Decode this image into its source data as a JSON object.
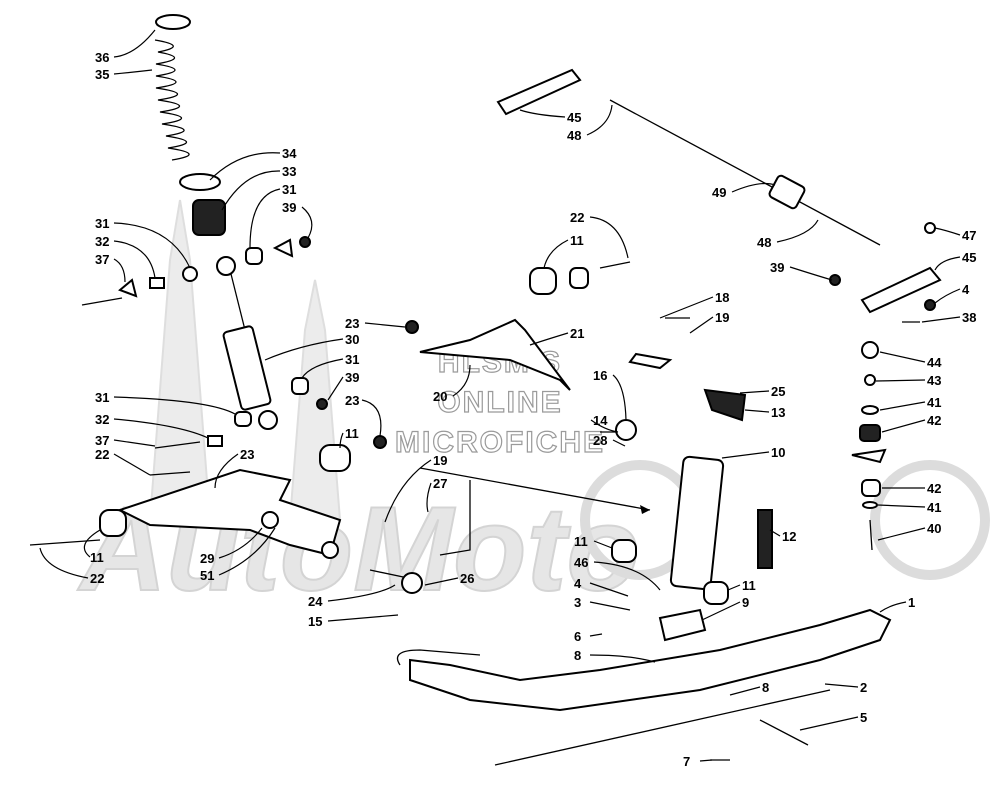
{
  "watermark": {
    "lines": [
      "HLSM'S",
      "ONLINE",
      "MICROFICHE"
    ],
    "logo_text": "AutoMoto",
    "color": "#9a9a9a"
  },
  "callouts": [
    "36",
    "35",
    "34",
    "33",
    "31",
    "39",
    "31",
    "32",
    "37",
    "30",
    "31",
    "39",
    "31",
    "32",
    "37",
    "23",
    "11",
    "22",
    "23",
    "29",
    "51",
    "11",
    "22",
    "45",
    "48",
    "49",
    "48",
    "47",
    "45",
    "39",
    "4",
    "38",
    "44",
    "43",
    "41",
    "42",
    "42",
    "41",
    "40",
    "22",
    "11",
    "23",
    "21",
    "20",
    "18",
    "19",
    "16",
    "14",
    "28",
    "25",
    "13",
    "10",
    "12",
    "19",
    "27",
    "24",
    "26",
    "15",
    "11",
    "46",
    "4",
    "3",
    "6",
    "8",
    "11",
    "9",
    "1",
    "8",
    "2",
    "5",
    "7"
  ],
  "colors": {
    "ink": "#000000",
    "paper": "#ffffff"
  }
}
